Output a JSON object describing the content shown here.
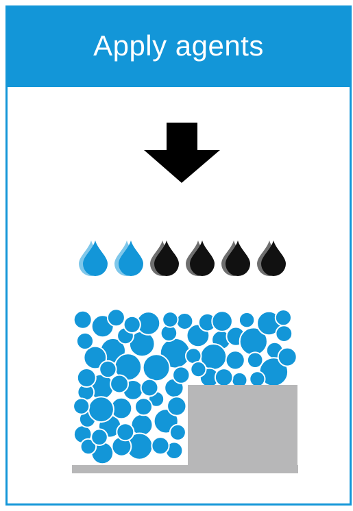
{
  "header": {
    "title": "Apply agents"
  },
  "colors": {
    "accent": "#1396d8",
    "border": "#1396d8",
    "header_text": "#ffffff",
    "arrow": "#000000",
    "agent_blue": "#1396d8",
    "agent_blue_highlight": "#7fc7ea",
    "agent_black": "#111111",
    "agent_black_highlight": "#6f6f6f",
    "particle": "#1396d8",
    "particle_stroke": "#ffffff",
    "part_block": "#b7b7b8"
  },
  "icons": {
    "arrow": "down-arrow-icon",
    "drop": "drop-icon",
    "particle_bed": "powder-bed",
    "part": "printed-part-block"
  },
  "agents": {
    "drops": [
      {
        "type": "blue"
      },
      {
        "type": "blue"
      },
      {
        "type": "black"
      },
      {
        "type": "black"
      },
      {
        "type": "black"
      },
      {
        "type": "black"
      }
    ]
  }
}
